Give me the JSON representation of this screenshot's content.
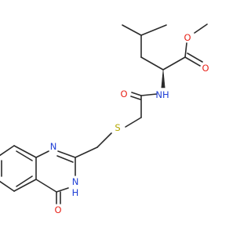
{
  "colors": {
    "bond": "#2b2b2b",
    "oxygen": "#e8251b",
    "nitrogen": "#1f3fd6",
    "sulfur": "#b4a800"
  },
  "atoms": {
    "ester_carbonyl_o": "O",
    "ester_ether_o": "O",
    "amide_nh": "NH",
    "amide_o": "O",
    "thioether_s": "S",
    "ring_n1": "N",
    "ring_nh": "N",
    "ring_h": "H",
    "quinazolinone_o": "O"
  }
}
